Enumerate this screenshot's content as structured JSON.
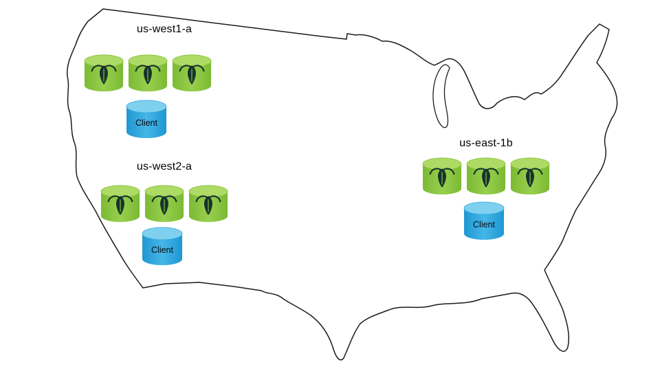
{
  "diagram": {
    "type": "deployment-topology-map",
    "map": {
      "name": "united-states-outline"
    },
    "regions": [
      {
        "label": "us-west1-a",
        "node_count": 3,
        "node_icon": "cockroach-bug-icon",
        "client_label": "Client"
      },
      {
        "label": "us-west2-a",
        "node_count": 3,
        "node_icon": "cockroach-bug-icon",
        "client_label": "Client"
      },
      {
        "label": "us-east-1b",
        "node_count": 3,
        "node_icon": "cockroach-bug-icon",
        "client_label": "Client"
      }
    ],
    "colors": {
      "node_fill": "#8CC63F",
      "node_top": "#AEDA66",
      "client_fill": "#29A9E0",
      "client_top": "#7FD0EF",
      "map_outline": "#1A1A1A",
      "bug_icon": "#17332D"
    }
  }
}
